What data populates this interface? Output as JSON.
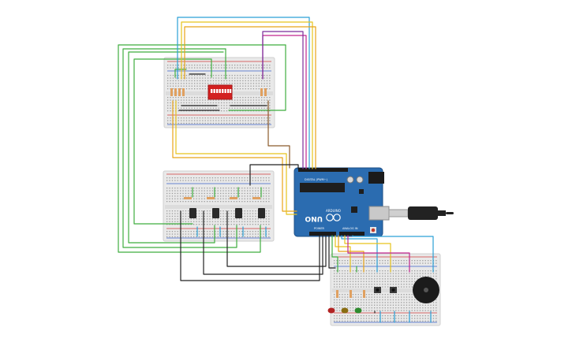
{
  "arduino": {
    "model": "UNO",
    "vendor_mark": "ARDUINO",
    "label_digital": "DIGITAL (PWM~)",
    "label_power": "POWER",
    "label_analog": "ANALOG IN",
    "board_color": "#2b6cb0"
  },
  "colors": {
    "wire_green": "#3fae3f",
    "wire_orange": "#e8a317",
    "wire_yellow": "#e6c31c",
    "wire_magenta": "#c2268f",
    "wire_purple": "#7b2c9a",
    "wire_cyan": "#2ba0d6",
    "wire_black": "#222222",
    "wire_brown": "#8b5a2b",
    "breadboard": "#e9e9e9",
    "rail_red": "#d23b3b",
    "rail_blue": "#3b62c9",
    "dip_switch": "#d32020",
    "buzzer": "#1b1b1b",
    "usb_cable": "#222222"
  },
  "components": {
    "dip_switch": {
      "positions": 8
    },
    "transistors": {
      "count": 4
    },
    "leds": [
      "red",
      "orange",
      "green"
    ],
    "pushbuttons": {
      "count": 2
    },
    "buzzer": {
      "count": 1
    }
  }
}
